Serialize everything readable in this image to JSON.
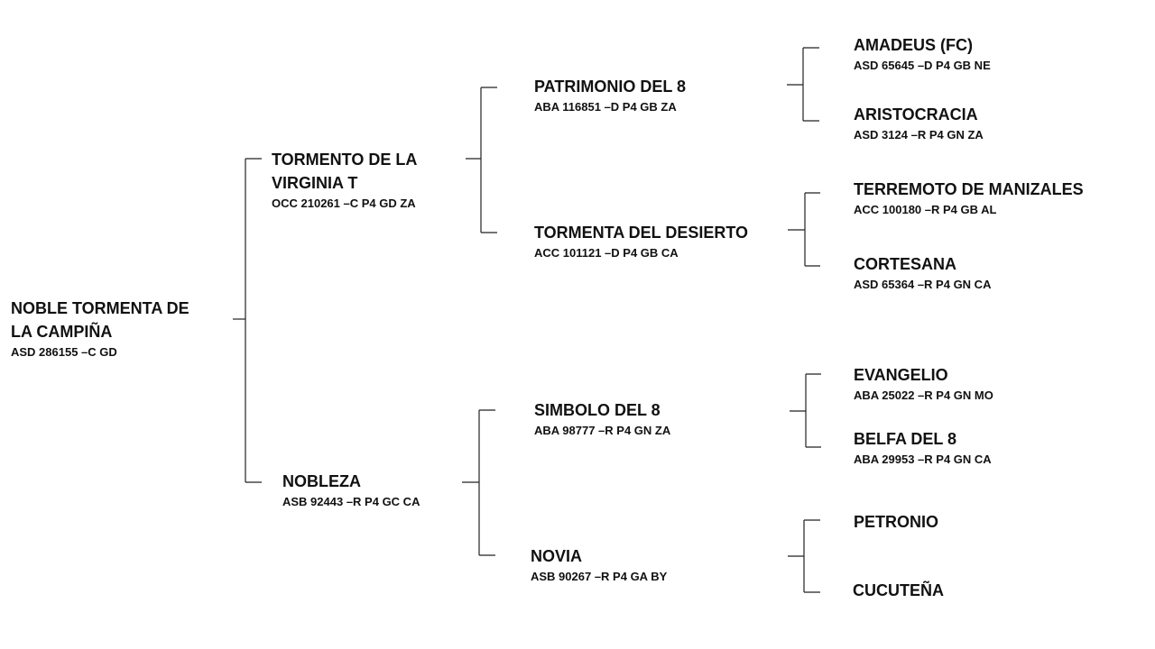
{
  "pedigree": {
    "subject": {
      "name": "NOBLE TORMENTA DE LA CAMPIÑA",
      "reg": "ASD 286155 –C GD"
    },
    "sire": {
      "name": "TORMENTO DE LA VIRGINIA T",
      "reg": "OCC 210261 –C P4 GD ZA"
    },
    "dam": {
      "name": "NOBLEZA",
      "reg": "ASB 92443 –R P4 GC CA"
    },
    "sire_sire": {
      "name": "PATRIMONIO DEL 8",
      "reg": "ABA 116851 –D P4 GB ZA"
    },
    "sire_dam": {
      "name": "TORMENTA DEL DESIERTO",
      "reg": "ACC 101121 –D P4 GB CA"
    },
    "dam_sire": {
      "name": "SIMBOLO DEL 8",
      "reg": "ABA 98777 –R P4 GN ZA"
    },
    "dam_dam": {
      "name": "NOVIA",
      "reg": "ASB 90267 –R P4 GA BY"
    },
    "ggp": [
      {
        "name": "AMADEUS (FC)",
        "reg": "ASD 65645 –D P4 GB NE"
      },
      {
        "name": "ARISTOCRACIA",
        "reg": "ASD 3124 –R P4 GN ZA"
      },
      {
        "name": "TERREMOTO DE MANIZALES",
        "reg": "ACC 100180 –R P4 GB AL"
      },
      {
        "name": "CORTESANA",
        "reg": "ASD 65364 –R P4 GN CA"
      },
      {
        "name": "EVANGELIO",
        "reg": "ABA 25022 –R P4 GN MO"
      },
      {
        "name": "BELFA DEL 8",
        "reg": "ABA 29953 –R P4 GN CA"
      },
      {
        "name": "PETRONIO"
      },
      {
        "name": "CUCUTEÑA"
      }
    ]
  }
}
